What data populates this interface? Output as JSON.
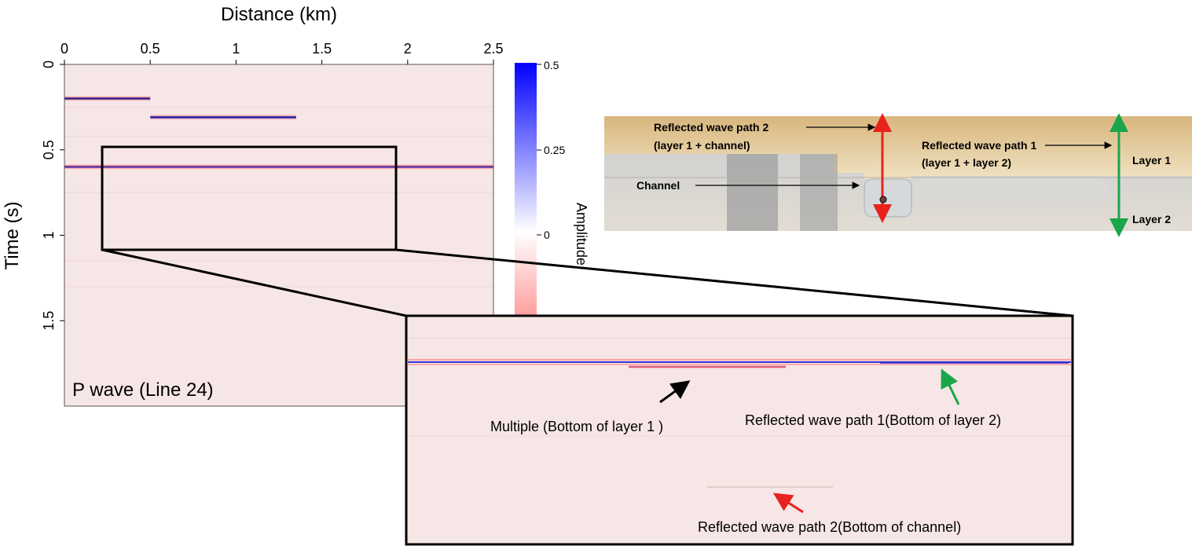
{
  "chart_data": [
    {
      "type": "heatmap",
      "title": "",
      "panel_label": "P wave (Line 24)",
      "xlabel": "Distance (km)",
      "ylabel": "Time (s)",
      "xlim": [
        0,
        2.5
      ],
      "ylim": [
        0,
        2.0
      ],
      "y_inverted": true,
      "x_axis_position": "top",
      "x_ticks": [
        0,
        0.5,
        1,
        1.5,
        2,
        2.5
      ],
      "y_ticks": [
        0,
        0.5,
        1,
        1.5
      ],
      "reflectors": [
        {
          "time": 0.2,
          "x_start": 0,
          "x_end": 0.5,
          "color": "#2c1a8c"
        },
        {
          "time": 0.31,
          "x_start": 0.5,
          "x_end": 1.35,
          "color": "#1b1fa8"
        },
        {
          "time": 0.6,
          "x_start": 0,
          "x_end": 2.5,
          "color": "#5a2aa0"
        }
      ],
      "zoom_box": {
        "x": [
          0.22,
          1.94
        ],
        "t": [
          0.48,
          1.08
        ]
      }
    },
    {
      "type": "heatmap",
      "role": "zoomed inset of boxed region",
      "annotations": [
        {
          "text": "Multiple (Bottom of layer 1 )",
          "arrow_color": "#000000"
        },
        {
          "text": "Reflected wave  path 1(Bottom of layer 2)",
          "arrow_color": "#1aa64a"
        },
        {
          "text": "Reflected wave  path 2(Bottom of channel)",
          "arrow_color": "#e8221c"
        }
      ]
    }
  ],
  "colorbar": {
    "label": "Amplitude",
    "ticks": [
      "0.5",
      "0.25",
      "0"
    ],
    "max_color": "#0000ff",
    "mid_color": "#ffffff",
    "min_color": "#ff3c3c"
  },
  "photo": {
    "labels": {
      "path2_line1": "Reflected wave path 2",
      "path2_line2": "(layer 1 + channel)",
      "path1_line1": "Reflected wave path 1",
      "path1_line2": "(layer 1 + layer 2)",
      "channel": "Channel",
      "layer1": "Layer 1",
      "layer2": "Layer 2"
    },
    "path2_color": "#e8221c",
    "path1_color": "#1aa64a"
  }
}
